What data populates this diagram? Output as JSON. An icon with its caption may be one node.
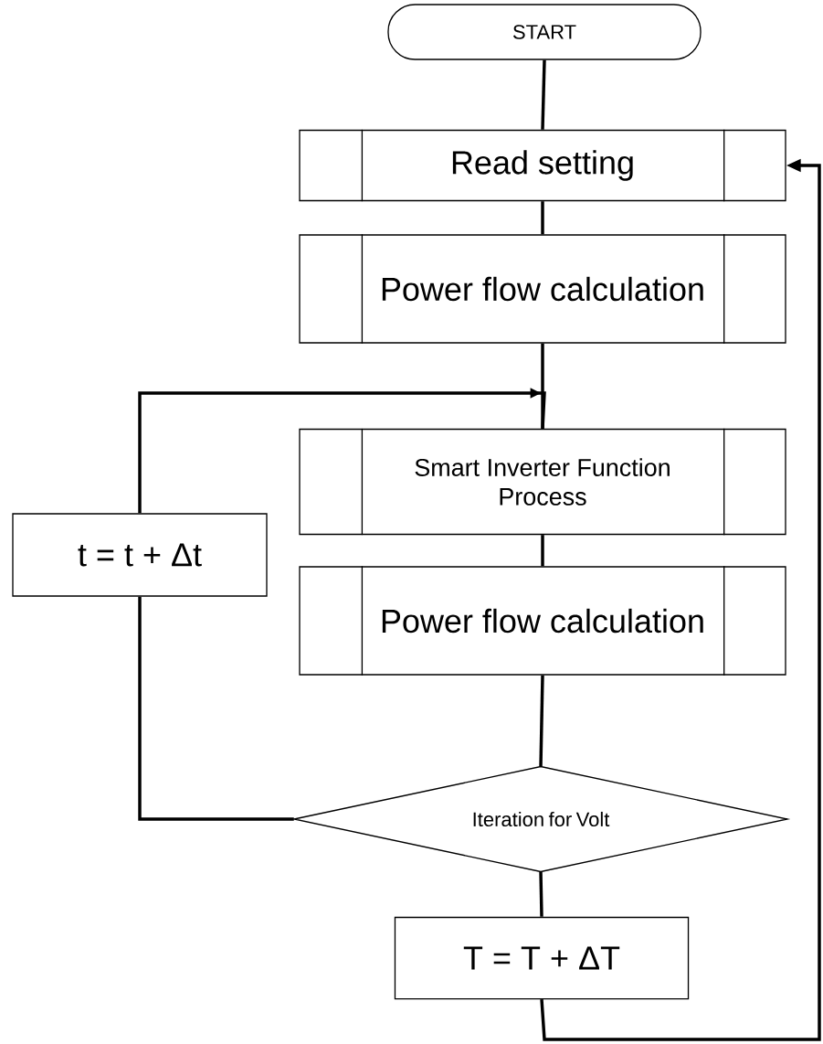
{
  "diagram": {
    "nodes": [
      {
        "text": [
          "START"
        ]
      },
      {
        "text": [
          "Read setting"
        ]
      },
      {
        "text": [
          "Power flow calculation"
        ]
      },
      {
        "text": [
          "Smart Inverter Function Process"
        ]
      },
      {
        "text": [
          "Power flow calculation"
        ]
      },
      {
        "text": [
          "Iteration for Volt"
        ]
      },
      {
        "text": [
          "t = t + Δt"
        ]
      },
      {
        "text": [
          "T = T + ΔT"
        ]
      }
    ],
    "edges": [
      {
        "from": 0,
        "to": 1,
        "arrow": "none"
      },
      {
        "from": 1,
        "to": 2,
        "arrow": "none"
      },
      {
        "from": 2,
        "to": 3,
        "arrow": "none"
      },
      {
        "from": 3,
        "to": 4,
        "arrow": "none"
      },
      {
        "from": 4,
        "to": 5,
        "arrow": "none"
      },
      {
        "from": 5,
        "to": 6,
        "arrow": "none"
      },
      {
        "from": 6,
        "to": 3,
        "arrow": "to"
      },
      {
        "from": 5,
        "to": 7,
        "arrow": "none"
      },
      {
        "from": 7,
        "to": 1,
        "arrow": "to"
      }
    ]
  }
}
